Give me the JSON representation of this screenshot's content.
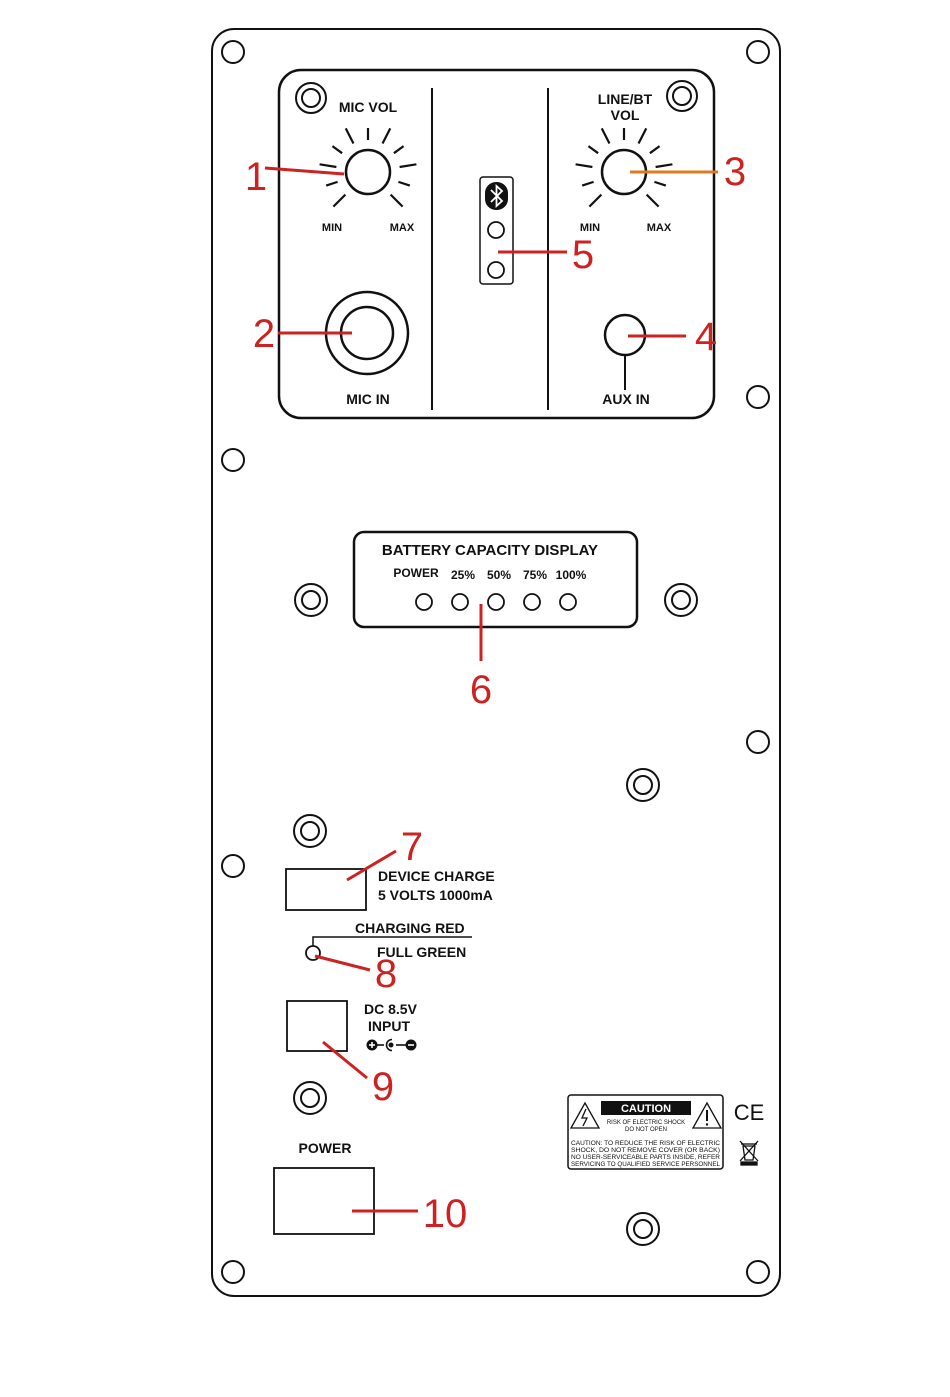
{
  "colors": {
    "panel_line": "#111111",
    "callout": "#cc2222",
    "callout_alt": "#e07a1f"
  },
  "mic_section": {
    "volume_label": "MIC VOL",
    "min_label": "MIN",
    "max_label": "MAX",
    "input_label": "MIC IN"
  },
  "line_section": {
    "volume_label_line1": "LINE/BT",
    "volume_label_line2": "VOL",
    "min_label": "MIN",
    "max_label": "MAX",
    "input_label": "AUX IN"
  },
  "bluetooth": {
    "icon": "bluetooth-icon"
  },
  "battery_display": {
    "title": "BATTERY CAPACITY DISPLAY",
    "levels": [
      "POWER",
      "25%",
      "50%",
      "75%",
      "100%"
    ]
  },
  "device_charge": {
    "line1": "DEVICE CHARGE",
    "line2": "5 VOLTS 1000mA"
  },
  "charge_indicator": {
    "line1": "CHARGING RED",
    "line2": "FULL GREEN"
  },
  "dc_input": {
    "line1": "DC 8.5V",
    "line2": "INPUT"
  },
  "power_switch": {
    "label": "POWER"
  },
  "caution": {
    "title": "CAUTION",
    "sub1": "RISK OF ELECTRIC SHOCK",
    "sub2": "DO NOT OPEN",
    "body1": "CAUTION: TO REDUCE THE RISK OF ELECTRIC",
    "body2": "SHOCK, DO NOT REMOVE COVER (OR BACK)",
    "body3": "NO USER-SERVICEABLE PARTS INSIDE, REFER",
    "body4": "SERVICING TO QUALIFIED SERVICE PERSONNEL"
  },
  "ce_mark": "CE",
  "callouts": [
    "1",
    "2",
    "3",
    "4",
    "5",
    "6",
    "7",
    "8",
    "9",
    "10"
  ]
}
